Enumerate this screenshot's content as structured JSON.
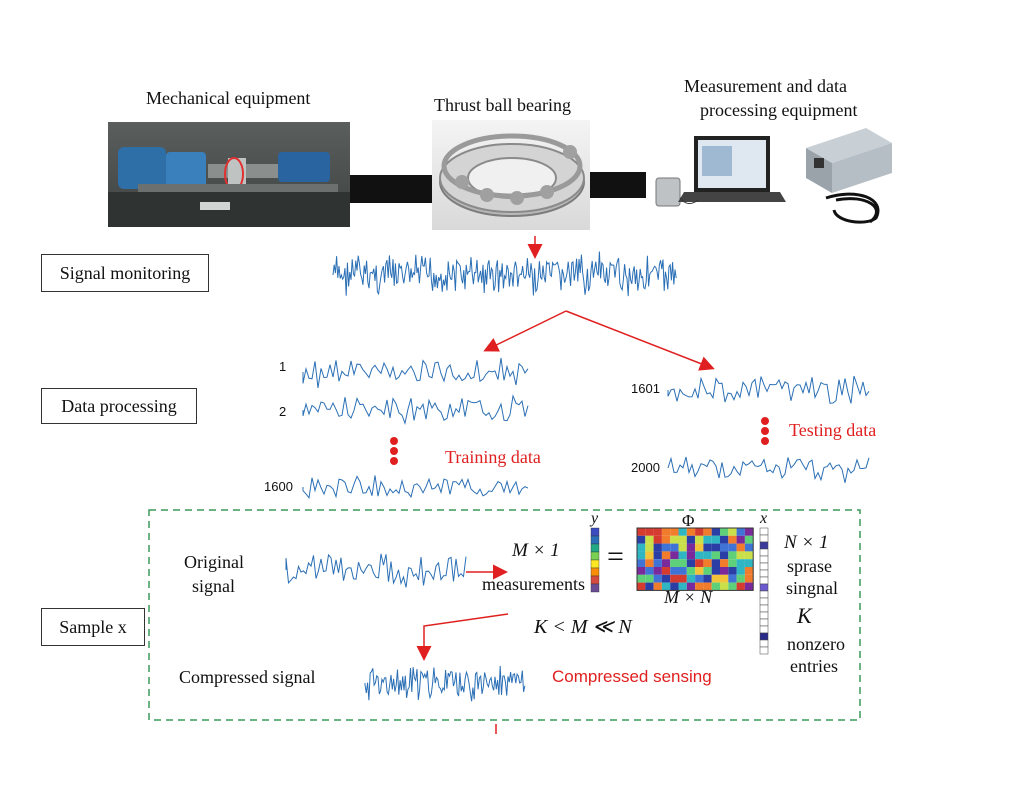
{
  "top": {
    "mechanical_label": "Mechanical equipment",
    "bearing_label": "Thrust ball bearing",
    "measurement_label_line1": "Measurement and data",
    "measurement_label_line2": "processing equipment"
  },
  "stages": {
    "signal_monitoring": "Signal monitoring",
    "data_processing": "Data processing",
    "sample_x": "Sample x"
  },
  "training": {
    "labels": [
      "1",
      "2",
      "1600"
    ],
    "caption": "Training data"
  },
  "testing": {
    "labels": [
      "1601",
      "2000"
    ],
    "caption": "Testing data"
  },
  "cs": {
    "original_signal_line1": "Original",
    "original_signal_line2": "signal",
    "y_label": "y",
    "m_by_1": "M × 1",
    "measurements": "measurements",
    "equals": "=",
    "phi_label": "Φ",
    "m_by_n": "M × N",
    "x_label": "x",
    "n_by_1": "N × 1",
    "sparse_line1": "sprase",
    "sparse_line2": "singnal",
    "k_label": "K",
    "nonzero_line1": "nonzero",
    "nonzero_line2": "entries",
    "inequality": "K < M ≪ N",
    "compressed_signal": "Compressed signal",
    "compressed_sensing": "Compressed sensing"
  },
  "colors": {
    "signal_blue": "#2a6fb5",
    "arrow_red": "#e02020",
    "dash_green": "#3a9a5a"
  }
}
